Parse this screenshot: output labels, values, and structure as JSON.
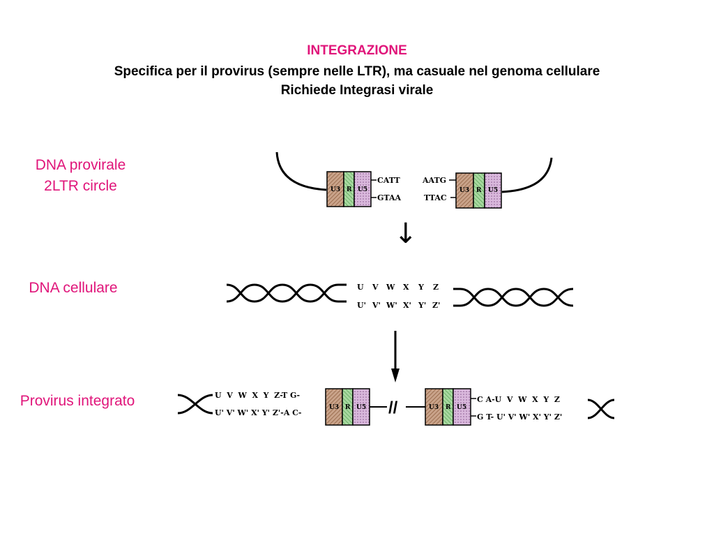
{
  "header": {
    "title": "INTEGRAZIONE",
    "line1": "Specifica per il provirus (sempre nelle LTR), ma casuale nel genoma cellulare",
    "line2": "Richiede Integrasi virale"
  },
  "labels": {
    "provirale_1": "DNA provirale",
    "provirale_2": "2LTR circle",
    "cellulare": "DNA cellulare",
    "integrato": "Provirus integrato"
  },
  "ltr": {
    "u3": "U3",
    "r": "R",
    "u5": "U5"
  },
  "circle": {
    "left_top": "CATT",
    "left_bottom": "GTAA",
    "right_top": "AATG",
    "right_bottom": "TTAC"
  },
  "cellular": {
    "top": [
      "U",
      "V",
      "W",
      "X",
      "Y",
      "Z"
    ],
    "bottom": [
      "U'",
      "V'",
      "W'",
      "X'",
      "Y'",
      "Z'"
    ]
  },
  "integrated": {
    "left_top": "U  V  W  X  Y  Z-T G-",
    "left_bottom": "U' V' W' X' Y' Z'-A C-",
    "right_top": "C A-U  V  W  X  Y  Z",
    "right_bottom": "G T- U' V' W' X' Y' Z'",
    "break_mark": "//"
  },
  "arrow_thin": "↓",
  "colors": {
    "accent": "#e0157a",
    "u3_fill": "#c9a38a",
    "r_fill": "#a8d8a0",
    "u5_fill": "#d9b8dc"
  }
}
